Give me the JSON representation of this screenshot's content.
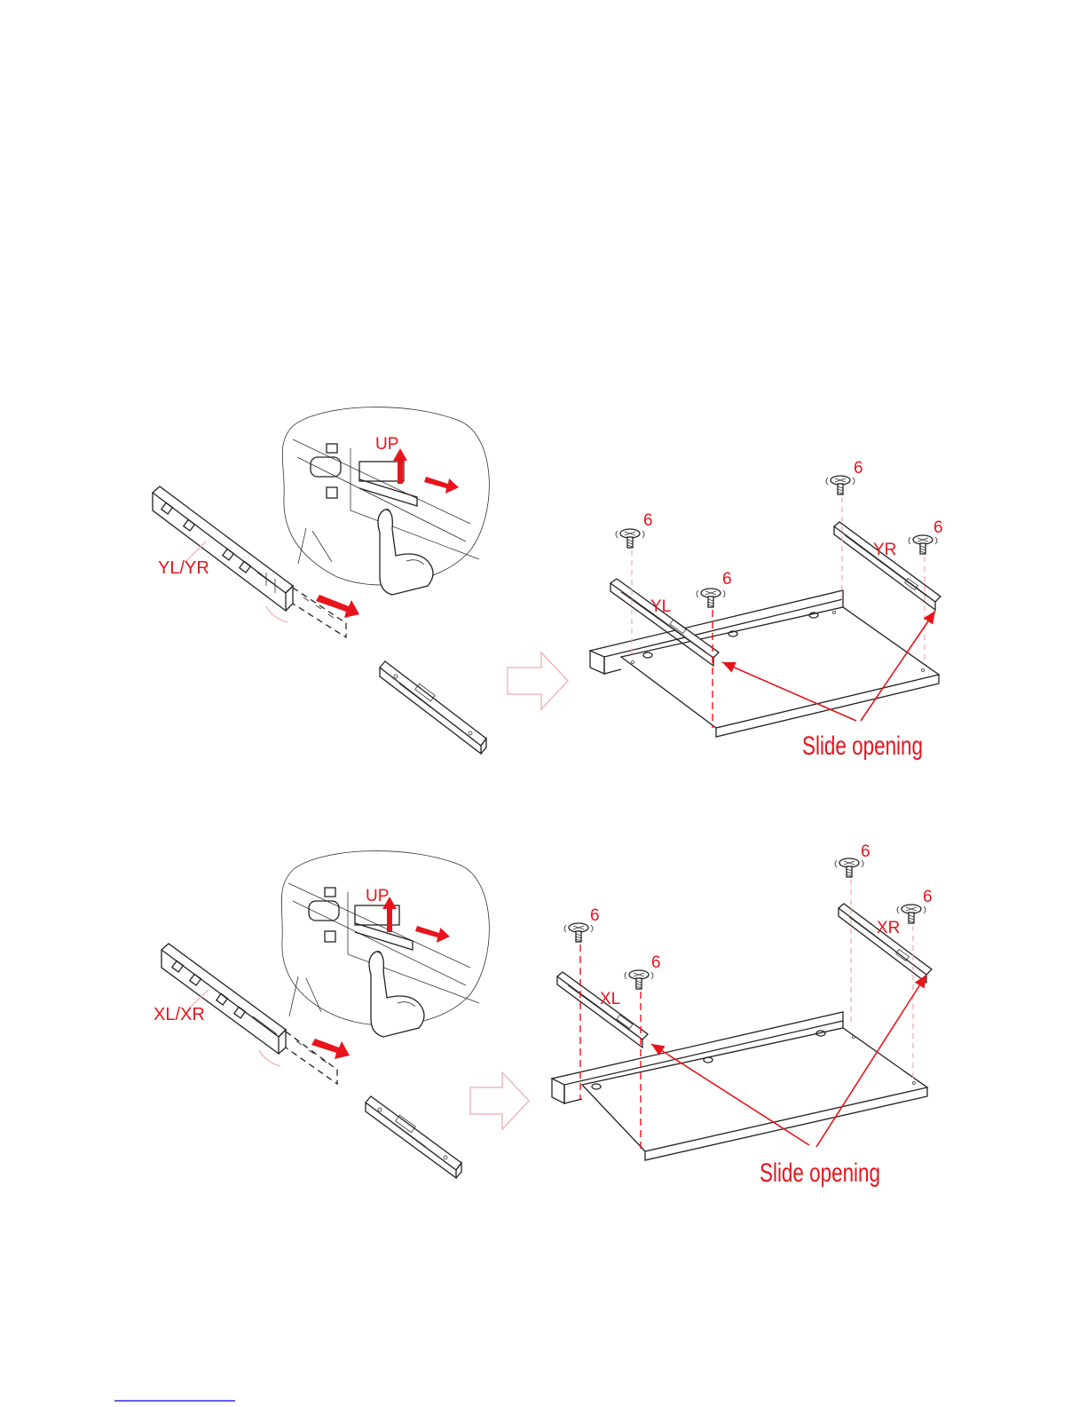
{
  "colors": {
    "accent": "#e8141b",
    "ink": "#222222",
    "hint_arrow": "#f3a6a8",
    "footer_link": "#0000ee"
  },
  "step1": {
    "slide_label": "YL/YR",
    "detail_up": "UP",
    "left_slide": "YL",
    "right_slide": "YR",
    "screw_qty": [
      "6",
      "6",
      "6",
      "6"
    ],
    "callout": "Slide opening"
  },
  "step2": {
    "slide_label": "XL/XR",
    "detail_up": "UP",
    "left_slide": "XL",
    "right_slide": "XR",
    "screw_qty": [
      "6",
      "6",
      "6",
      "6"
    ],
    "callout": "Slide opening"
  },
  "icons": [
    "hollow-arrow-icon",
    "screw-icon",
    "hand-icon",
    "drawer-slide-icon",
    "magnifier-detail-icon"
  ]
}
